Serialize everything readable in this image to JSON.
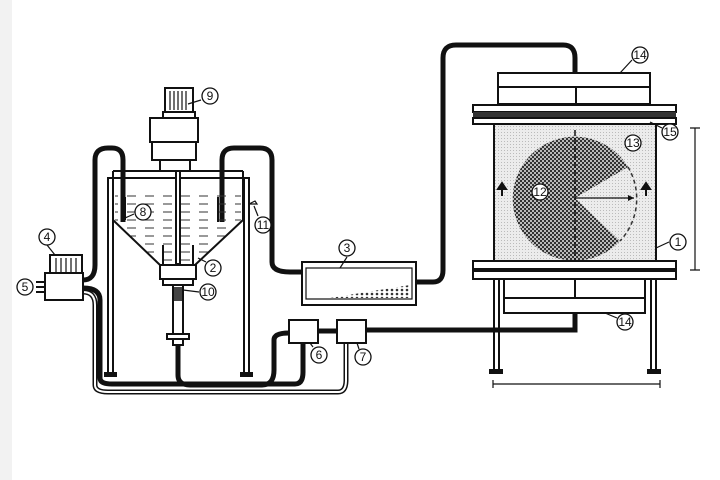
{
  "labels": {
    "l1": "1",
    "l2": "2",
    "l3": "3",
    "l4": "4",
    "l5": "5",
    "l6": "6",
    "l7": "7",
    "l8": "8",
    "l9": "9",
    "l10": "10",
    "l11": "11",
    "l12": "12",
    "l13": "13",
    "l14_top": "14",
    "l14_bottom": "14",
    "l15": "15"
  },
  "colors": {
    "line": "#111111",
    "background": "#ffffff",
    "shade": "#e6e6e6"
  }
}
